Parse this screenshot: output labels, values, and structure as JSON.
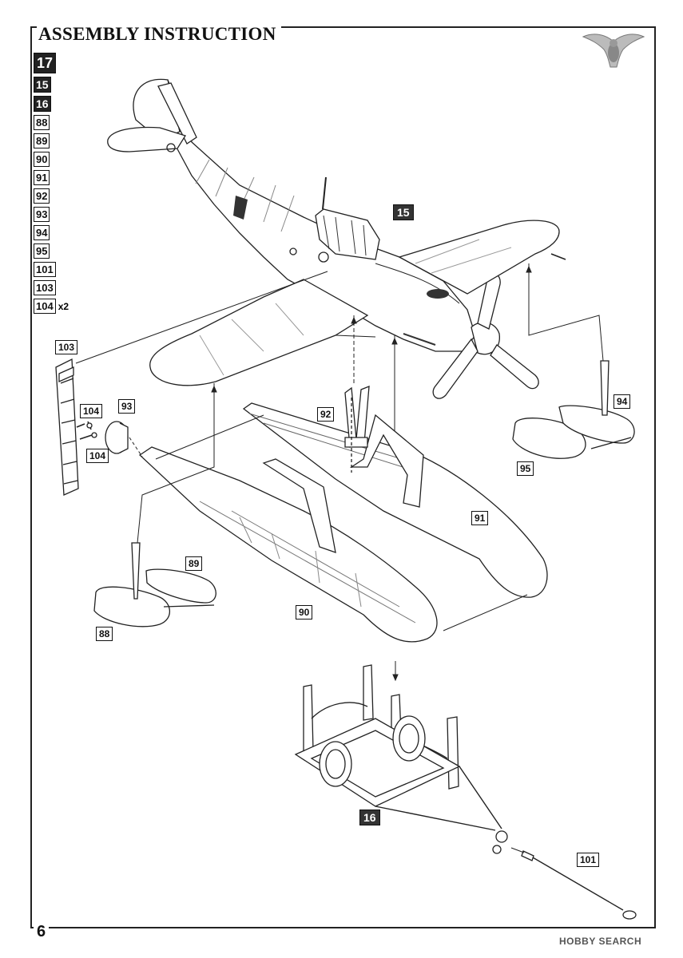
{
  "header": {
    "title": "ASSEMBLY INSTRUCTION"
  },
  "steps": {
    "current": "17",
    "items": [
      "15",
      "16",
      "88",
      "89",
      "90",
      "91",
      "92",
      "93",
      "94",
      "95",
      "101",
      "103"
    ],
    "last": {
      "part": "104",
      "qty": "x2"
    }
  },
  "callouts": {
    "p15": "15",
    "p16": "16",
    "p88": "88",
    "p89": "89",
    "p90": "90",
    "p91": "91",
    "p92": "92",
    "p93": "93",
    "p94": "94",
    "p95": "95",
    "p101": "101",
    "p103": "103",
    "p104a": "104",
    "p104b": "104"
  },
  "footer": {
    "page": "6",
    "watermark": "HOBBY SEARCH"
  }
}
